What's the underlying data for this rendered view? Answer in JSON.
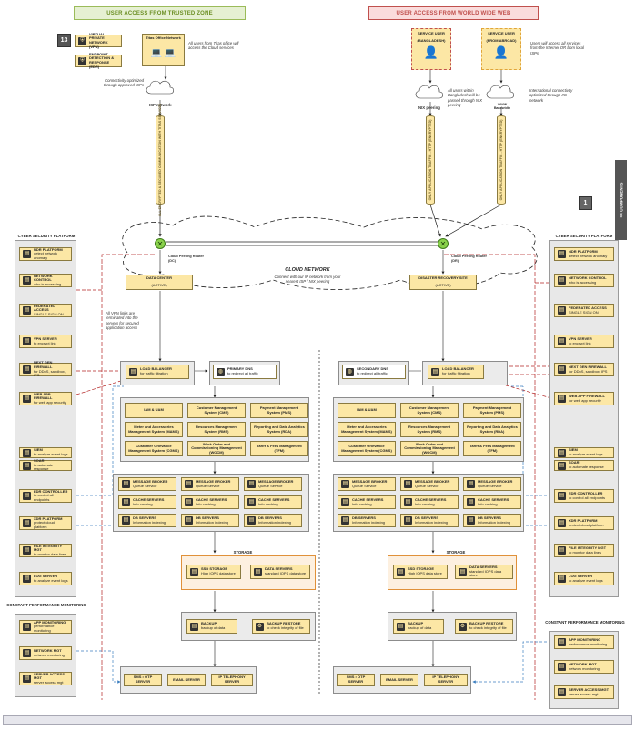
{
  "banners": {
    "trusted": "USER ACCESS FROM TRUSTED ZONE",
    "www": "USER ACCESS FROM WORLD WIDE WEB"
  },
  "components_tab": "<< COMPONENTS",
  "badges": {
    "top_left": "13",
    "right": "1"
  },
  "top": {
    "vpn": {
      "title": "VIRTUAL PRIVATE NETWORK (VPN)"
    },
    "edr": {
      "title": "ENDPOINT DETECTION & RESPONSE (EDR)"
    },
    "titas": {
      "title": "Titas Office Network"
    },
    "titas_note": "All users from Titas office will access the Cloud services",
    "conn_note": "Connectivity optimized through approved ISPs",
    "isp_label": "ISP network",
    "cyl_left": "ALL ENCRYPTED & SECURED COMMUNICATION WITH TITAS SERVICES",
    "service_bd": {
      "title": "SERVICE USER",
      "sub": "(BANGLADESH)"
    },
    "service_ab": {
      "title": "SERVICE USER",
      "sub": "(FROM ABROAD)"
    },
    "abroad_note": "Users will access all services from the Internet OR from local ISPs",
    "bd_note": "All users within Bangladesh will be passed through NIX peering",
    "intl_note": "International connectivity optimized through IIG network",
    "nix_label": "NIX peering",
    "www_label": "WWW Bandwidth",
    "cyl_mid": "ONLY APPLICATION TRAFFIC - HTTP (ENCRYPTED)",
    "cyl_right": "ONLY APPLICATION TRAFFIC - HTTP (ENCRYPTED)"
  },
  "cloud": {
    "title": "CLOUD NETWORK",
    "sub": "Connect with our IP network from your nearest ISP / NIX peering",
    "router_left": "Cloud Peering Router (DC)",
    "router_right": "Cloud Peering Router (DR)",
    "dc": {
      "title": "DATA CENTER",
      "sub": "(ACTIVE)"
    },
    "dr": {
      "title": "DISASTER RECOVERY SITE",
      "sub": "(ACTIVE)"
    }
  },
  "vpn_note": "All VPN links are terminated into the servers for secured application access",
  "left_panel": {
    "title": "CYBER SECURITY PLATFORM",
    "items": [
      {
        "title": "NDR PLATFORM",
        "sub": "detect network anomaly"
      },
      {
        "title": "NETWORK CONTROL",
        "sub": "who is accessing"
      },
      {
        "title": "FEDERATED ACCESS",
        "sub": "SINGLE SIGN ON"
      },
      {
        "title": "VPN SERVER",
        "sub": "to encrypt link"
      },
      {
        "title": "NEXT GEN FIREWALL",
        "sub": "for DDoS, sandbox, IPS"
      },
      {
        "title": "WEB APP FIREWALL",
        "sub": "for web app security"
      },
      {
        "title": "SIEM",
        "sub": "to analyze event logs"
      },
      {
        "title": "SOAR",
        "sub": "to automate response"
      },
      {
        "title": "EDR CONTROLLER",
        "sub": "to control all endpoints"
      },
      {
        "title": "XDR PLATFORM",
        "sub": "protect cloud platform"
      },
      {
        "title": "FILE INTEGRITY MGT",
        "sub": "to monitor data lines"
      },
      {
        "title": "LOG SERVER",
        "sub": "to analyze event logs"
      }
    ]
  },
  "left_monitor": {
    "title": "CONSTANT PERFORMANCE MONITORING",
    "items": [
      {
        "title": "APP MONITORING",
        "sub": "performance monitoring"
      },
      {
        "title": "NETWORK MGT",
        "sub": "network monitoring"
      },
      {
        "title": "SERVER ACCESS MGT",
        "sub": "server access mgt"
      }
    ]
  },
  "right_panel": {
    "title": "CYBER SECURITY PLATFORM",
    "items": [
      {
        "title": "NDR PLATFORM",
        "sub": "detect network anomaly"
      },
      {
        "title": "NETWORK CONTROL",
        "sub": "who is accessing"
      },
      {
        "title": "FEDERATED ACCESS",
        "sub": "SINGLE SIGN ON"
      },
      {
        "title": "VPN SERVER",
        "sub": "to encrypt link"
      },
      {
        "title": "NEXT GEN FIREWALL",
        "sub": "for DDoS, sandbox, IPS"
      },
      {
        "title": "WEB APP FIREWALL",
        "sub": "for web app security"
      },
      {
        "title": "SIEM",
        "sub": "to analyze event logs"
      },
      {
        "title": "SOAR",
        "sub": "to automate response"
      },
      {
        "title": "EDR CONTROLLER",
        "sub": "to control all endpoints"
      },
      {
        "title": "XDR PLATFORM",
        "sub": "protect cloud platform"
      },
      {
        "title": "FILE INTEGRITY MGT",
        "sub": "to monitor data lines"
      },
      {
        "title": "LOG SERVER",
        "sub": "to analyze event logs"
      }
    ]
  },
  "right_monitor": {
    "title": "CONSTANT PERFORMANCE MONITORING",
    "items": [
      {
        "title": "APP MONITORING",
        "sub": "performance monitoring"
      },
      {
        "title": "NETWORK MGT",
        "sub": "network monitoring"
      },
      {
        "title": "SERVER ACCESS MGT",
        "sub": "server access mgt"
      }
    ]
  },
  "dc_site": {
    "lb": {
      "title": "LOAD BALANCER",
      "sub": "for traffic filtration"
    },
    "dns": {
      "title": "PRIMARY DNS",
      "sub": "to redirect all traffic"
    },
    "apps": [
      "IAM & UAM",
      "Customer Management System (CMS)",
      "Payment Management System (PMS)",
      "Meter and Accessories Management System (MAMS)",
      "Resources Management System (RMS)",
      "Reporting and Data Analytics System (RDA)",
      "Customer Grievance Management System (CGMS)",
      "Work Order and Commissioning Management (WOCM)",
      "Tariff & Fees Management (TFM)"
    ],
    "servers": [
      {
        "title": "MESSAGE BROKER",
        "sub": "Queue Service"
      },
      {
        "title": "MESSAGE BROKER",
        "sub": "Queue Service"
      },
      {
        "title": "MESSAGE BROKER",
        "sub": "Queue Service"
      },
      {
        "title": "CACHE SERVERS",
        "sub": "Info caching"
      },
      {
        "title": "CACHE SERVERS",
        "sub": "Info caching"
      },
      {
        "title": "CACHE SERVERS",
        "sub": "Info caching"
      },
      {
        "title": "DB SERVERS",
        "sub": "Information indexing"
      },
      {
        "title": "DB SERVERS",
        "sub": "Information indexing"
      },
      {
        "title": "DB SERVERS",
        "sub": "Information indexing"
      }
    ],
    "storage_label": "STORAGE",
    "ssd": {
      "title": "SSD STORAGE",
      "sub": "High IOPS data store"
    },
    "data": {
      "title": "DATA SERVERS",
      "sub": "standard IOPS data store"
    },
    "backup": {
      "title": "BACKUP",
      "sub": "backup of data"
    },
    "restore": {
      "title": "BACKUP RESTORE",
      "sub": "to check integrity of file"
    },
    "sms": "SMS • OTP SERVER",
    "email": "EMAIL SERVER",
    "ip": "IP TELEPHONY SERVER"
  },
  "dr_site": {
    "dns": {
      "title": "SECONDARY DNS",
      "sub": "to redirect all traffic"
    },
    "lb": {
      "title": "LOAD BALANCER",
      "sub": "for traffic filtration"
    },
    "apps": [
      "IAM & UAM",
      "Customer Management System (CMS)",
      "Payment Management System (PMS)",
      "Meter and Accessories Management System (MAMS)",
      "Resources Management System (RMS)",
      "Reporting and Data Analytics System (RDA)",
      "Customer Grievance Management System (CGMS)",
      "Work Order and Commissioning Management (WOCM)",
      "Tariff & Fees Management (TFM)"
    ],
    "servers": [
      {
        "title": "MESSAGE BROKER",
        "sub": "Queue Service"
      },
      {
        "title": "MESSAGE BROKER",
        "sub": "Queue Service"
      },
      {
        "title": "MESSAGE BROKER",
        "sub": "Queue Service"
      },
      {
        "title": "CACHE SERVERS",
        "sub": "Info caching"
      },
      {
        "title": "CACHE SERVERS",
        "sub": "Info caching"
      },
      {
        "title": "CACHE SERVERS",
        "sub": "Info caching"
      },
      {
        "title": "DB SERVERS",
        "sub": "Information indexing"
      },
      {
        "title": "DB SERVERS",
        "sub": "Information indexing"
      },
      {
        "title": "DB SERVERS",
        "sub": "Information indexing"
      }
    ],
    "storage_label": "STORAGE",
    "ssd": {
      "title": "SSD STORAGE",
      "sub": "High IOPS data store"
    },
    "data": {
      "title": "DATA SERVERS",
      "sub": "standard IOPS data store"
    },
    "backup": {
      "title": "BACKUP",
      "sub": "backup of data"
    },
    "restore": {
      "title": "BACKUP RESTORE",
      "sub": "to check integrity of file"
    },
    "sms": "SMS • OTP SERVER",
    "email": "EMAIL SERVER",
    "ip": "IP TELEPHONY SERVER"
  },
  "icons": [
    "shield-icon",
    "laptop-icon",
    "user-icon",
    "cloud-icon",
    "router-icon",
    "server-icon"
  ],
  "colors": {
    "box": "#fce7a5",
    "panel": "#e8e8e8",
    "storage": "#fdf0e0",
    "red_link": "#b22222",
    "blue_link": "#3c7fc0",
    "router": "#8ad24c"
  }
}
